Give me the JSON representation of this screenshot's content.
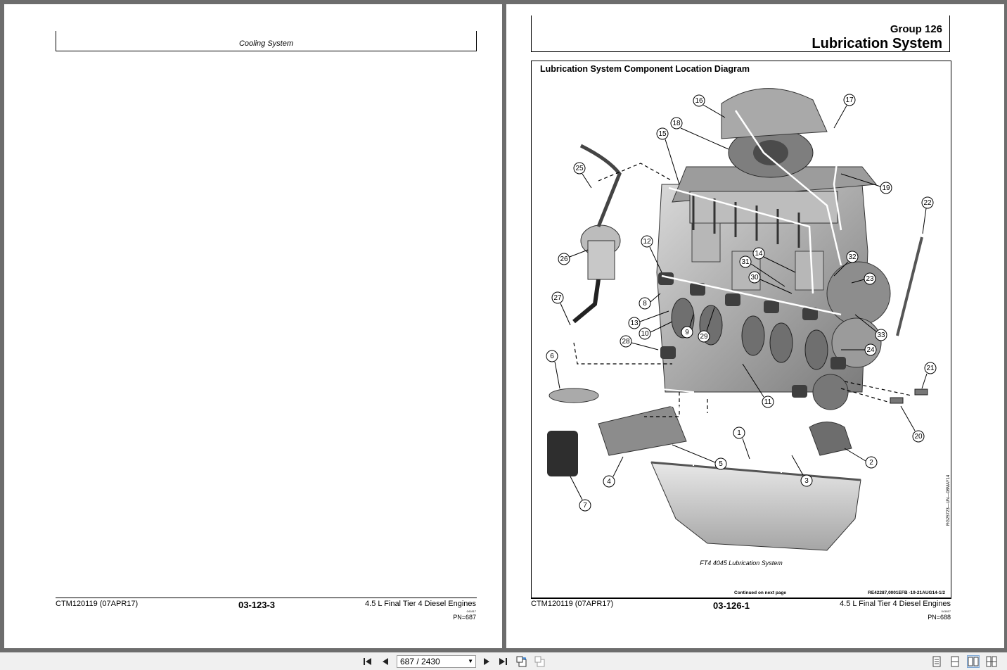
{
  "left_page": {
    "header": "Cooling System",
    "footer": {
      "manual_code": "CTM120119 (07APR17)",
      "page_number": "03-123-3",
      "engine_title": "4.5 L Final Tier 4 Diesel Engines",
      "date_code": "041817",
      "pn": "PN=687"
    }
  },
  "right_page": {
    "group_label": "Group  126",
    "group_title": "Lubrication System",
    "diagram": {
      "title": "Lubrication System Component Location Diagram",
      "caption": "FT4 4045 Lubrication System",
      "continued": "Continued on next page",
      "ref_code": "RE42287,0001EFB -19-21AUG14-1/2",
      "vertical_code": "RG25723—UN—08MAY14",
      "callouts": [
        "1",
        "2",
        "3",
        "4",
        "5",
        "6",
        "7",
        "8",
        "9",
        "10",
        "11",
        "12",
        "13",
        "14",
        "15",
        "16",
        "17",
        "18",
        "19",
        "20",
        "21",
        "22",
        "23",
        "24",
        "25",
        "26",
        "27",
        "28",
        "29",
        "30",
        "31",
        "32",
        "33"
      ]
    },
    "footer": {
      "manual_code": "CTM120119 (07APR17)",
      "page_number": "03-126-1",
      "engine_title": "4.5 L Final Tier 4 Diesel Engines",
      "date_code": "041817",
      "pn": "PN=688"
    }
  },
  "toolbar": {
    "page_field": "687 / 2430",
    "icons": [
      "first-page-icon",
      "previous-page-icon",
      "next-page-icon",
      "last-page-icon",
      "rotate-left-icon",
      "rotate-right-icon",
      "single-page-icon",
      "continuous-icon",
      "two-page-icon",
      "two-page-continuous-icon"
    ]
  }
}
